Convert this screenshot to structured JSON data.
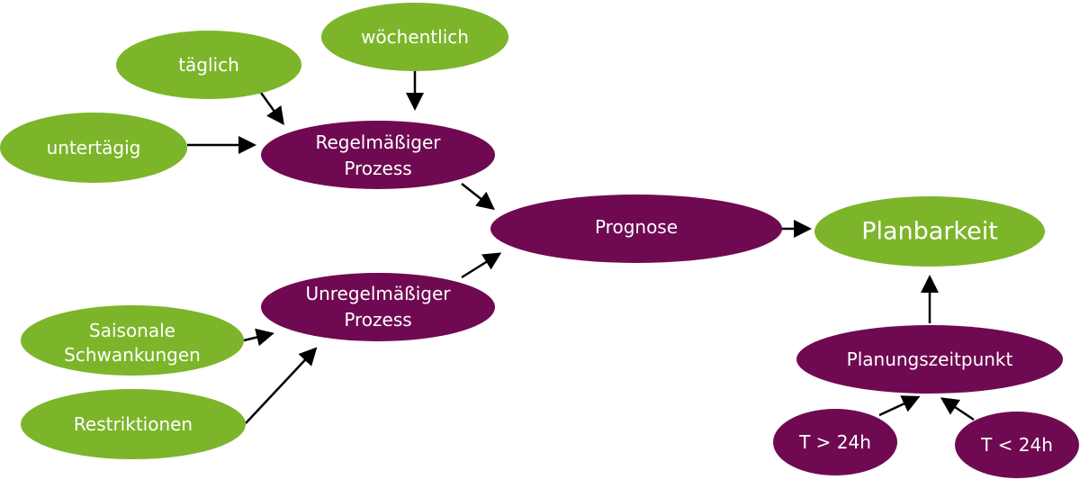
{
  "colors": {
    "green": "#7cb52a",
    "purple": "#6f0a52",
    "text": "#ffffff",
    "arrow": "#000000"
  },
  "nodes": {
    "taeglich": "täglich",
    "woechentlich": "wöchentlich",
    "untertaegig": "untertägig",
    "regelmaessig": [
      "Regelmäßiger",
      "Prozess"
    ],
    "prognose": "Prognose",
    "planbarkeit": "Planbarkeit",
    "unregelmaessig": [
      "Unregelmäßiger",
      "Prozess"
    ],
    "saisonale": [
      "Saisonale",
      "Schwankungen"
    ],
    "restriktionen": "Restriktionen",
    "planungszeitpunkt": "Planungszeitpunkt",
    "t_gt": "T > 24h",
    "t_lt": "T < 24h"
  }
}
